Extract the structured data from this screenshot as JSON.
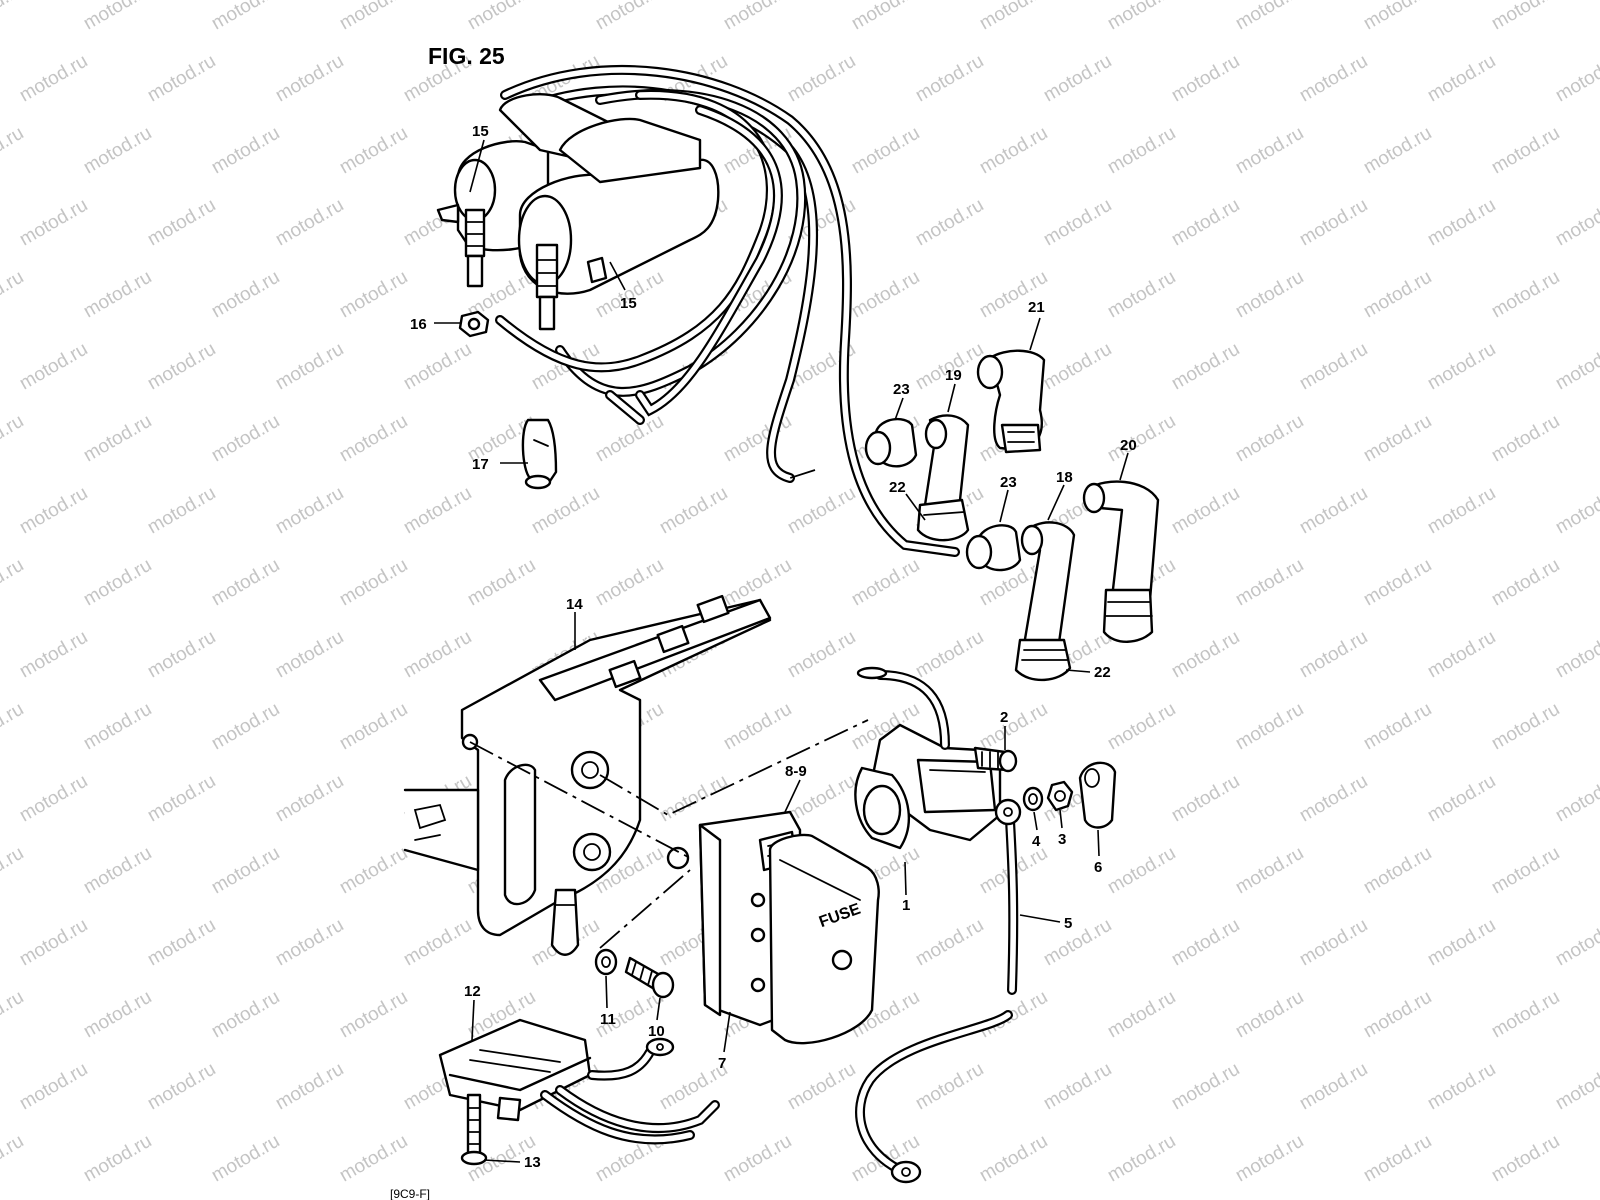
{
  "figure": {
    "title": "FIG. 25",
    "fuse_label": "FUSE",
    "footer_code": "[9C9-F]",
    "watermark": "motod.ru"
  },
  "callouts": [
    {
      "id": "c-15a",
      "text": "15"
    },
    {
      "id": "c-15b",
      "text": "15"
    },
    {
      "id": "c-16",
      "text": "16"
    },
    {
      "id": "c-17",
      "text": "17"
    },
    {
      "id": "c-21",
      "text": "21"
    },
    {
      "id": "c-23a",
      "text": "23"
    },
    {
      "id": "c-19",
      "text": "19"
    },
    {
      "id": "c-22a",
      "text": "22"
    },
    {
      "id": "c-23b",
      "text": "23"
    },
    {
      "id": "c-18",
      "text": "18"
    },
    {
      "id": "c-20",
      "text": "20"
    },
    {
      "id": "c-22b",
      "text": "22"
    },
    {
      "id": "c-14",
      "text": "14"
    },
    {
      "id": "c-2",
      "text": "2"
    },
    {
      "id": "c-8-9",
      "text": "8-9"
    },
    {
      "id": "c-4",
      "text": "4"
    },
    {
      "id": "c-3",
      "text": "3"
    },
    {
      "id": "c-6",
      "text": "6"
    },
    {
      "id": "c-1",
      "text": "1"
    },
    {
      "id": "c-5",
      "text": "5"
    },
    {
      "id": "c-12",
      "text": "12"
    },
    {
      "id": "c-11",
      "text": "11"
    },
    {
      "id": "c-10",
      "text": "10"
    },
    {
      "id": "c-7",
      "text": "7"
    },
    {
      "id": "c-13",
      "text": "13"
    }
  ]
}
